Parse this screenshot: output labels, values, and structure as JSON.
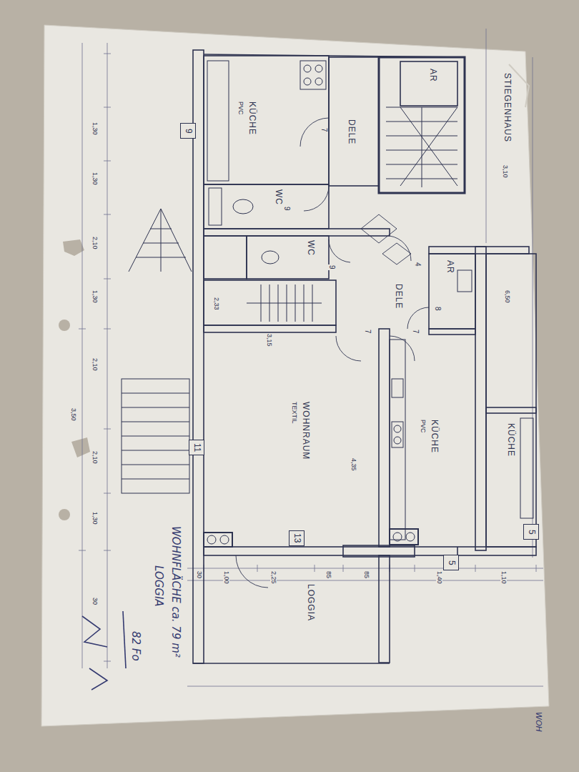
{
  "diagram": {
    "nodes": [
      {
        "text": [
          "KÜCHE",
          "PVC"
        ]
      },
      {
        "text": [
          "DELE"
        ]
      },
      {
        "text": [
          "AR"
        ]
      },
      {
        "text": [
          "STIEGENHAUS"
        ]
      },
      {
        "text": [
          "WC"
        ]
      },
      {
        "text": [
          "WC"
        ]
      },
      {
        "text": [
          "DELE"
        ]
      },
      {
        "text": [
          "AR"
        ]
      },
      {
        "text": [
          "WOHNRAUM",
          "TEXTIL"
        ]
      },
      {
        "text": [
          "KÜCHE",
          "PVC"
        ]
      },
      {
        "text": [
          "KÜCHE"
        ]
      },
      {
        "text": [
          "LOGGIA"
        ]
      },
      {
        "text": [
          "9"
        ]
      },
      {
        "text": [
          "11"
        ]
      },
      {
        "text": [
          "13"
        ]
      },
      {
        "text": [
          "5"
        ]
      },
      {
        "text": [
          "5"
        ]
      }
    ],
    "labels": [
      "2,33",
      "3,15",
      "4,35",
      "1,00",
      "2,25",
      "85",
      "85",
      "1,40",
      "30",
      "1,10",
      "1,30",
      "1,30",
      "2,10",
      "1,30",
      "2,10",
      "2,10",
      "1,30",
      "30",
      "3,50",
      "6,50",
      "3,10",
      "7",
      "9",
      "9",
      "4",
      "7",
      "7",
      "8",
      "WOHNFLÄCHE ca. 79 m²",
      "LOGGIA",
      "82 Fo",
      "WOH"
    ]
  }
}
